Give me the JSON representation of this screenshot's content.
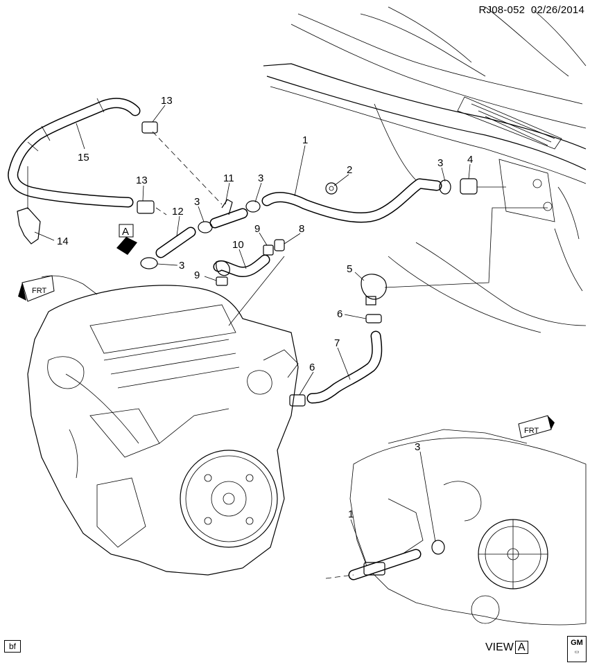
{
  "header": {
    "code": "RJ08-052",
    "date": "02/26/2014"
  },
  "footer": {
    "bf_label": "bf",
    "view_label": "VIEW",
    "view_letter": "A",
    "logo_text": "GM"
  },
  "callouts": {
    "c1": "1",
    "c2": "2",
    "c3a": "3",
    "c4": "4",
    "c3b": "3",
    "c11": "11",
    "c13a": "13",
    "c13b": "13",
    "c15": "15",
    "c14": "14",
    "c12": "12",
    "c3c": "3",
    "c3d": "3",
    "c9a": "9",
    "c8": "8",
    "c10": "10",
    "c9b": "9",
    "c5": "5",
    "c6a": "6",
    "c7": "7",
    "c6b": "6",
    "c3e": "3",
    "c1b": "1"
  },
  "markers": {
    "view_arrow": "A",
    "frt_left": "FRT",
    "frt_right": "FRT"
  }
}
